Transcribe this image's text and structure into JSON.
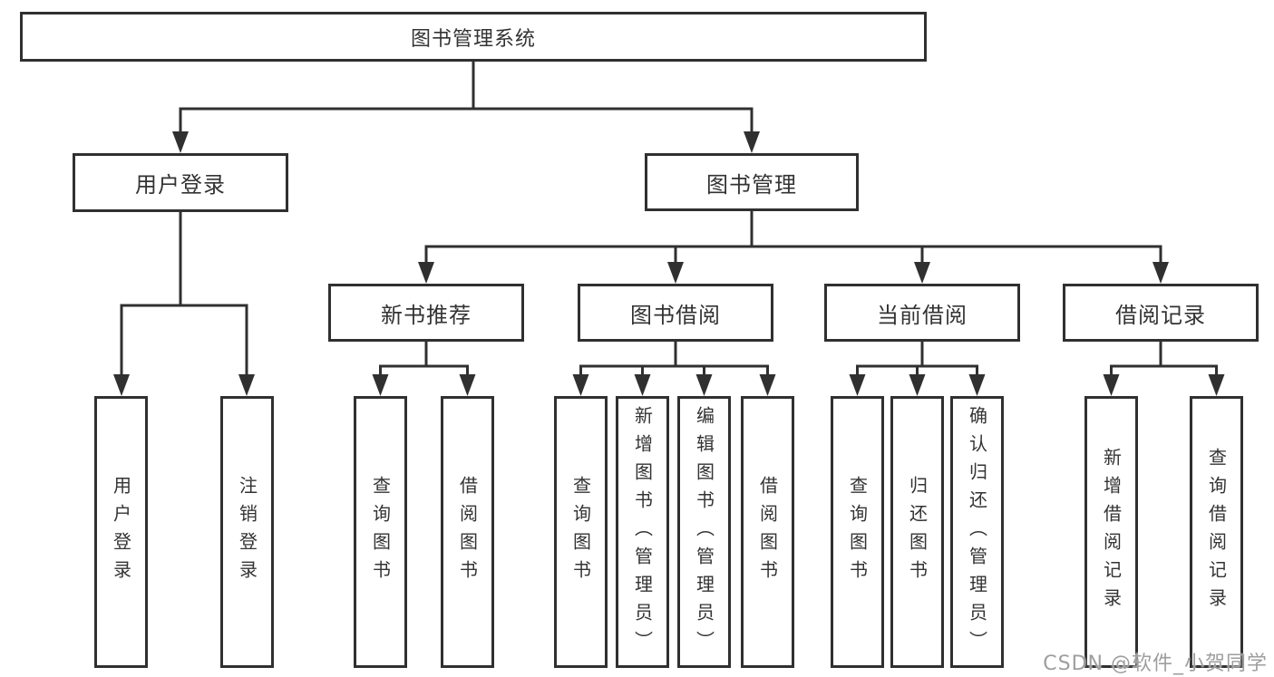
{
  "colors": {
    "line": "#303030",
    "box_border": "#303030",
    "box_fill": "#ffffff",
    "text": "#333333",
    "watermark": "#9e9e9e",
    "background": "#ffffff"
  },
  "watermark": "CSDN @软件_小贺同学",
  "root": {
    "label": "图书管理系统"
  },
  "level2": [
    {
      "label": "用户登录",
      "leaves": [
        {
          "label": "用户登录"
        },
        {
          "label": "注销登录"
        }
      ]
    },
    {
      "label": "图书管理",
      "groups": [
        {
          "label": "新书推荐",
          "leaves": [
            {
              "label": "查询图书"
            },
            {
              "label": "借阅图书"
            }
          ]
        },
        {
          "label": "图书借阅",
          "leaves": [
            {
              "label": "查询图书"
            },
            {
              "label": "新增图书（管理员）"
            },
            {
              "label": "编辑图书（管理员）"
            },
            {
              "label": "借阅图书"
            }
          ]
        },
        {
          "label": "当前借阅",
          "leaves": [
            {
              "label": "查询图书"
            },
            {
              "label": "归还图书"
            },
            {
              "label": "确认归还（管理员）"
            }
          ]
        },
        {
          "label": "借阅记录",
          "leaves": [
            {
              "label": "新增借阅记录"
            },
            {
              "label": "查询借阅记录"
            }
          ]
        }
      ]
    }
  ]
}
